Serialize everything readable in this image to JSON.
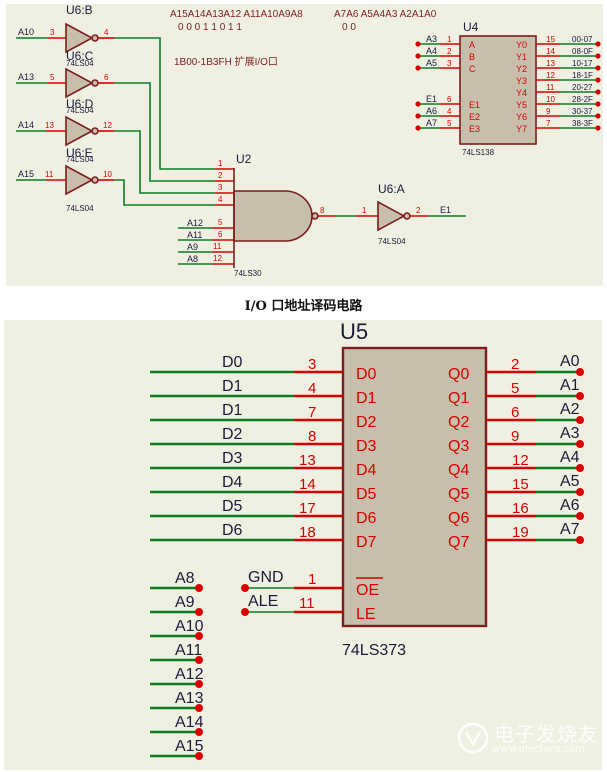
{
  "top": {
    "u6b_ref": "U6:B",
    "u6c_ref": "U6:C",
    "u6d_ref": "U6:D",
    "u6e_ref": "U6:E",
    "u6a_ref": "U6:A",
    "inv_part": "74LS04",
    "a10": "A10",
    "a13": "A13",
    "a14": "A14",
    "a15": "A15",
    "p3": "3",
    "p4": "4",
    "p5": "5",
    "p6": "6",
    "p13": "13",
    "p12": "12",
    "p11": "11",
    "p10": "10",
    "hdr_high": "A15A14A13A12  A11A10A9A8",
    "hdr_low": "A7A6 A5A4A3 A2A1A0",
    "bits_high": "0  0  0  1     1  0  1  1",
    "bits_low": "0  0",
    "range_note": "1B00-1B3FH 扩展I/O口",
    "u2_ref": "U2",
    "u2_part": "74LS30",
    "u2_pins": [
      "1",
      "2",
      "3",
      "4",
      "5",
      "6",
      "11",
      "12"
    ],
    "u2_inputs": [
      "A12",
      "A11",
      "A9",
      "A8"
    ],
    "u2_out_pin": "8",
    "u6a_in_pin": "1",
    "u6a_out_pin": "2",
    "e1_out": "E1",
    "u4_ref": "U4",
    "u4_part": "74LS138",
    "u4_left_labels": [
      "A3",
      "A4",
      "A5",
      "E1",
      "A6",
      "A7"
    ],
    "u4_left_pins": [
      "1",
      "2",
      "3",
      "6",
      "4",
      "5"
    ],
    "u4_in_names": [
      "A",
      "B",
      "C",
      "E1",
      "E2",
      "E3"
    ],
    "u4_out_names": [
      "Y0",
      "Y1",
      "Y2",
      "Y3",
      "Y4",
      "Y5",
      "Y6",
      "Y7"
    ],
    "u4_out_pins": [
      "15",
      "14",
      "13",
      "12",
      "11",
      "10",
      "9",
      "7"
    ],
    "u4_ranges": [
      "00-07",
      "08-0F",
      "10-17",
      "18-1F",
      "20-27",
      "28-2F",
      "30-37",
      "38-3F"
    ]
  },
  "caption": "I/O 口地址译码电路",
  "bottom": {
    "u5_ref": "U5",
    "u5_part": "74LS373",
    "d_labels": [
      "D0",
      "D1",
      "D1",
      "D2",
      "D3",
      "D4",
      "D5",
      "D6"
    ],
    "d_pins": [
      "3",
      "4",
      "7",
      "8",
      "13",
      "14",
      "17",
      "18"
    ],
    "d_names": [
      "D0",
      "D1",
      "D2",
      "D3",
      "D4",
      "D5",
      "D6",
      "D7"
    ],
    "q_names": [
      "Q0",
      "Q1",
      "Q2",
      "Q3",
      "Q4",
      "Q5",
      "Q6",
      "Q7"
    ],
    "q_pins": [
      "2",
      "5",
      "6",
      "9",
      "12",
      "15",
      "16",
      "19"
    ],
    "a_labels": [
      "A0",
      "A1",
      "A2",
      "A3",
      "A4",
      "A5",
      "A6",
      "A7"
    ],
    "gnd": "GND",
    "ale": "ALE",
    "oe_pin": "1",
    "le_pin": "11",
    "oe": "OE",
    "le": "LE",
    "addr_bus": [
      "A8",
      "A9",
      "A10",
      "A11",
      "A12",
      "A13",
      "A14",
      "A15"
    ]
  },
  "watermark": {
    "text": "电子发烧友",
    "url": "www.elecfans.com"
  },
  "colors": {
    "wire": "#0a7d24",
    "pin": "#d80000",
    "chip_fill": "#c7bfab",
    "chip_stroke": "#7a1e1e",
    "text_dark": "#1a1a3a"
  }
}
